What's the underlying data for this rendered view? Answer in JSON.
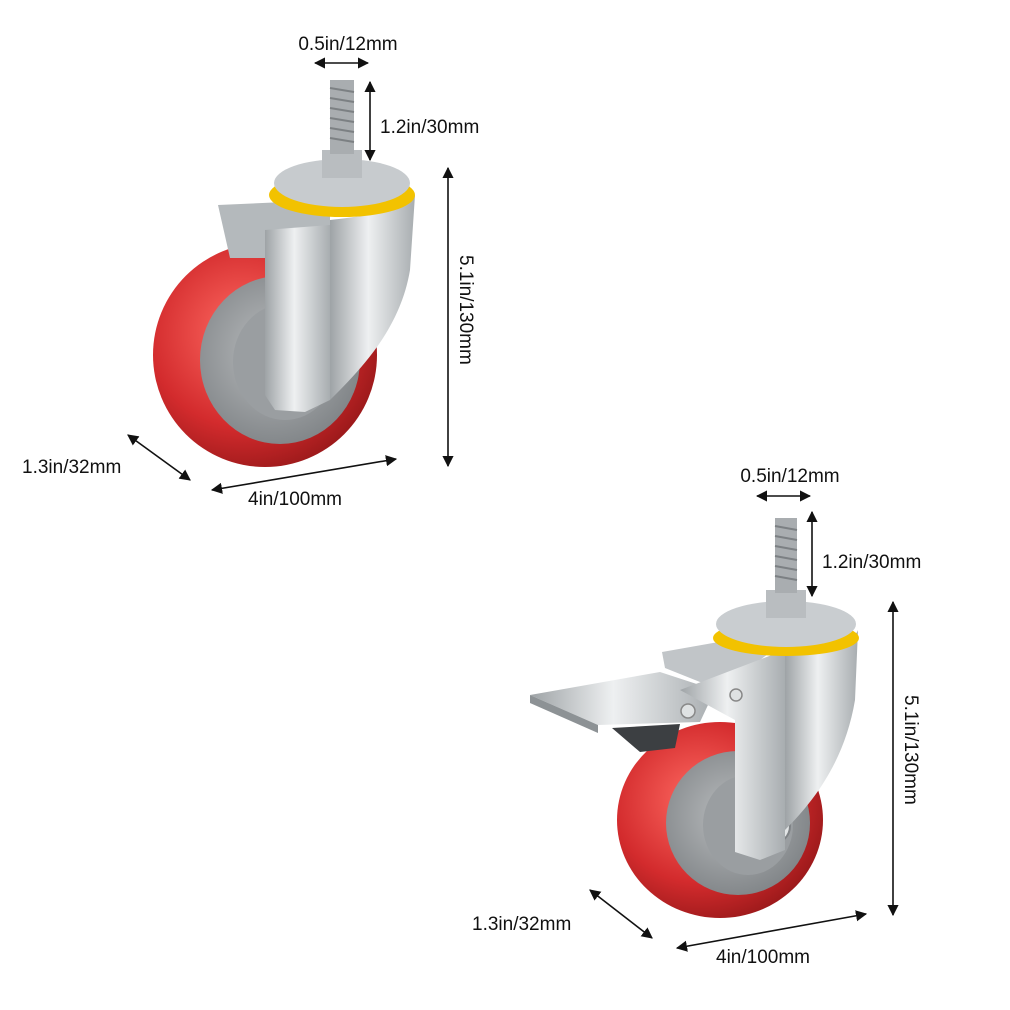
{
  "colors": {
    "wheel_red": "#c8262a",
    "hub_gray": "#8f9396",
    "metal_silver": "#c9ccce",
    "seal_yellow": "#f2c200",
    "annotation": "#111111"
  },
  "caster_fixed_swivel": {
    "stem_width": "0.5in/12mm",
    "stem_length": "1.2in/30mm",
    "total_height": "5.1in/130mm",
    "wheel_width": "1.3in/32mm",
    "wheel_diameter": "4in/100mm"
  },
  "caster_with_brake": {
    "stem_width": "0.5in/12mm",
    "stem_length": "1.2in/30mm",
    "total_height": "5.1in/130mm",
    "wheel_width": "1.3in/32mm",
    "wheel_diameter": "4in/100mm"
  }
}
